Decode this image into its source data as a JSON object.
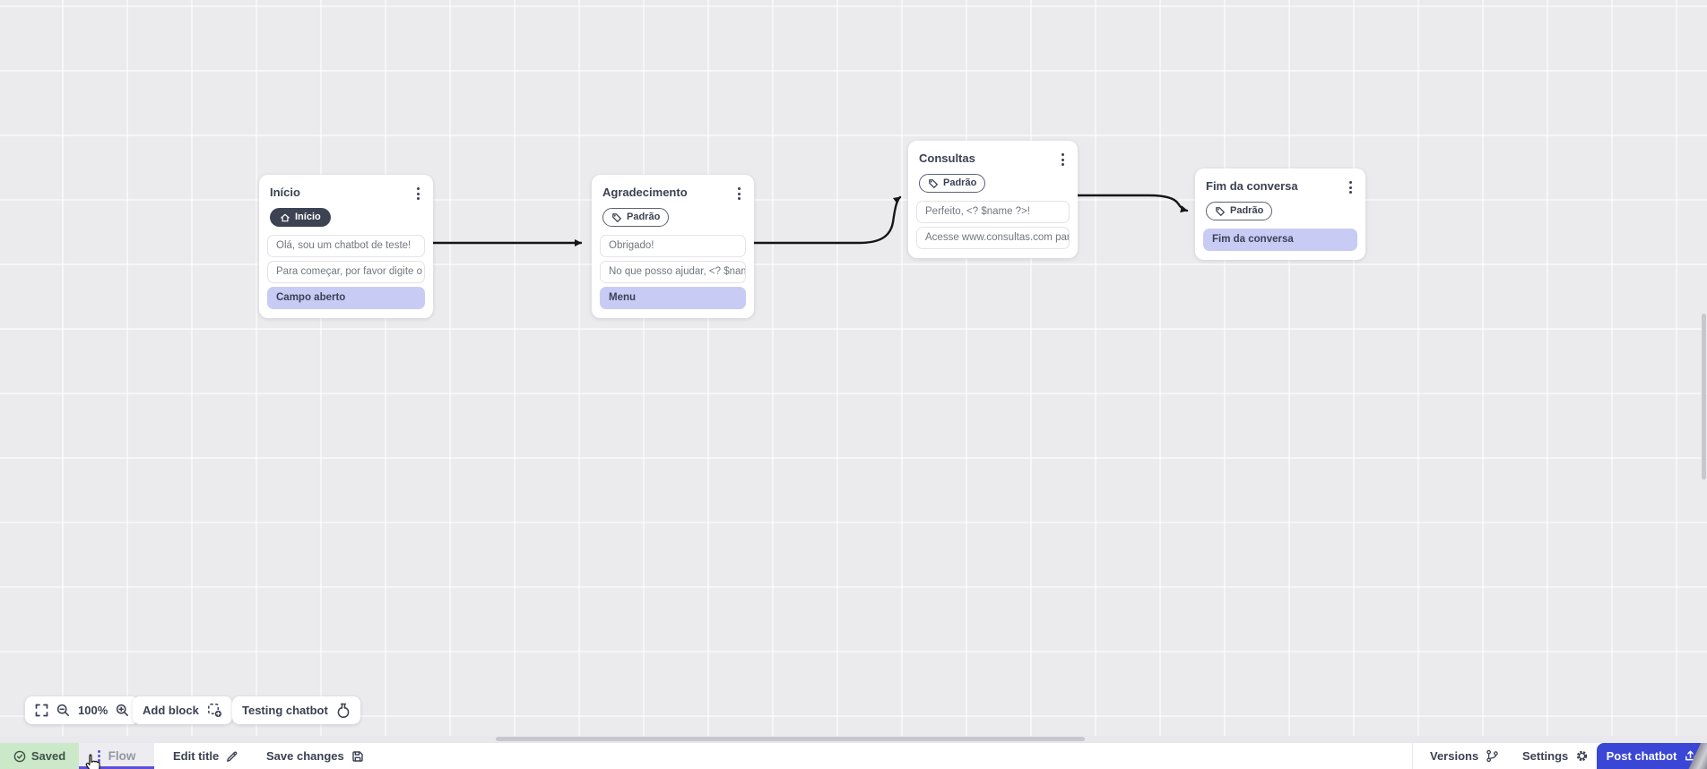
{
  "colors": {
    "accent_purple": "#5b50d7",
    "primary_blue": "#3a46d6",
    "saved_green_bg": "#cbe9c8",
    "action_box_bg": "#c8ccf4",
    "canvas_bg": "#ebebed",
    "wire_black": "#15151a"
  },
  "canvas": {
    "nodes": [
      {
        "title": "Início",
        "badge": {
          "label": "Início",
          "style": "dark",
          "icon": "home"
        },
        "items": [
          {
            "type": "message",
            "text": "Olá, sou um chatbot de teste!"
          },
          {
            "type": "message",
            "text": "Para começar, por favor digite o ..."
          },
          {
            "type": "action",
            "text": "Campo aberto"
          }
        ]
      },
      {
        "title": "Agradecimento",
        "badge": {
          "label": "Padrão",
          "style": "outline",
          "icon": "tag"
        },
        "items": [
          {
            "type": "message",
            "text": "Obrigado!"
          },
          {
            "type": "message",
            "text": "No que posso ajudar, <? $name ..."
          },
          {
            "type": "action",
            "text": "Menu"
          }
        ]
      },
      {
        "title": "Consultas",
        "badge": {
          "label": "Padrão",
          "style": "outline",
          "icon": "tag"
        },
        "items": [
          {
            "type": "message",
            "text": "Perfeito, <? $name ?>!"
          },
          {
            "type": "message",
            "text": "Acesse www.consultas.com par..."
          }
        ]
      },
      {
        "title": "Fim da conversa",
        "badge": {
          "label": "Padrão",
          "style": "outline",
          "icon": "tag"
        },
        "items": [
          {
            "type": "action",
            "text": "Fim da conversa"
          }
        ]
      }
    ],
    "connections": [
      {
        "from": "Início",
        "to": "Agradecimento"
      },
      {
        "from": "Agradecimento",
        "to": "Consultas"
      },
      {
        "from": "Consultas",
        "to": "Fim da conversa"
      }
    ]
  },
  "controls": {
    "zoom_level": "100%",
    "add_block": "Add block",
    "testing_chatbot": "Testing chatbot"
  },
  "statusbar": {
    "saved": "Saved",
    "flow_tab": "Flow",
    "edit_title": "Edit title",
    "save_changes": "Save changes",
    "versions": "Versions",
    "settings": "Settings",
    "post_chatbot": "Post chatbot"
  }
}
